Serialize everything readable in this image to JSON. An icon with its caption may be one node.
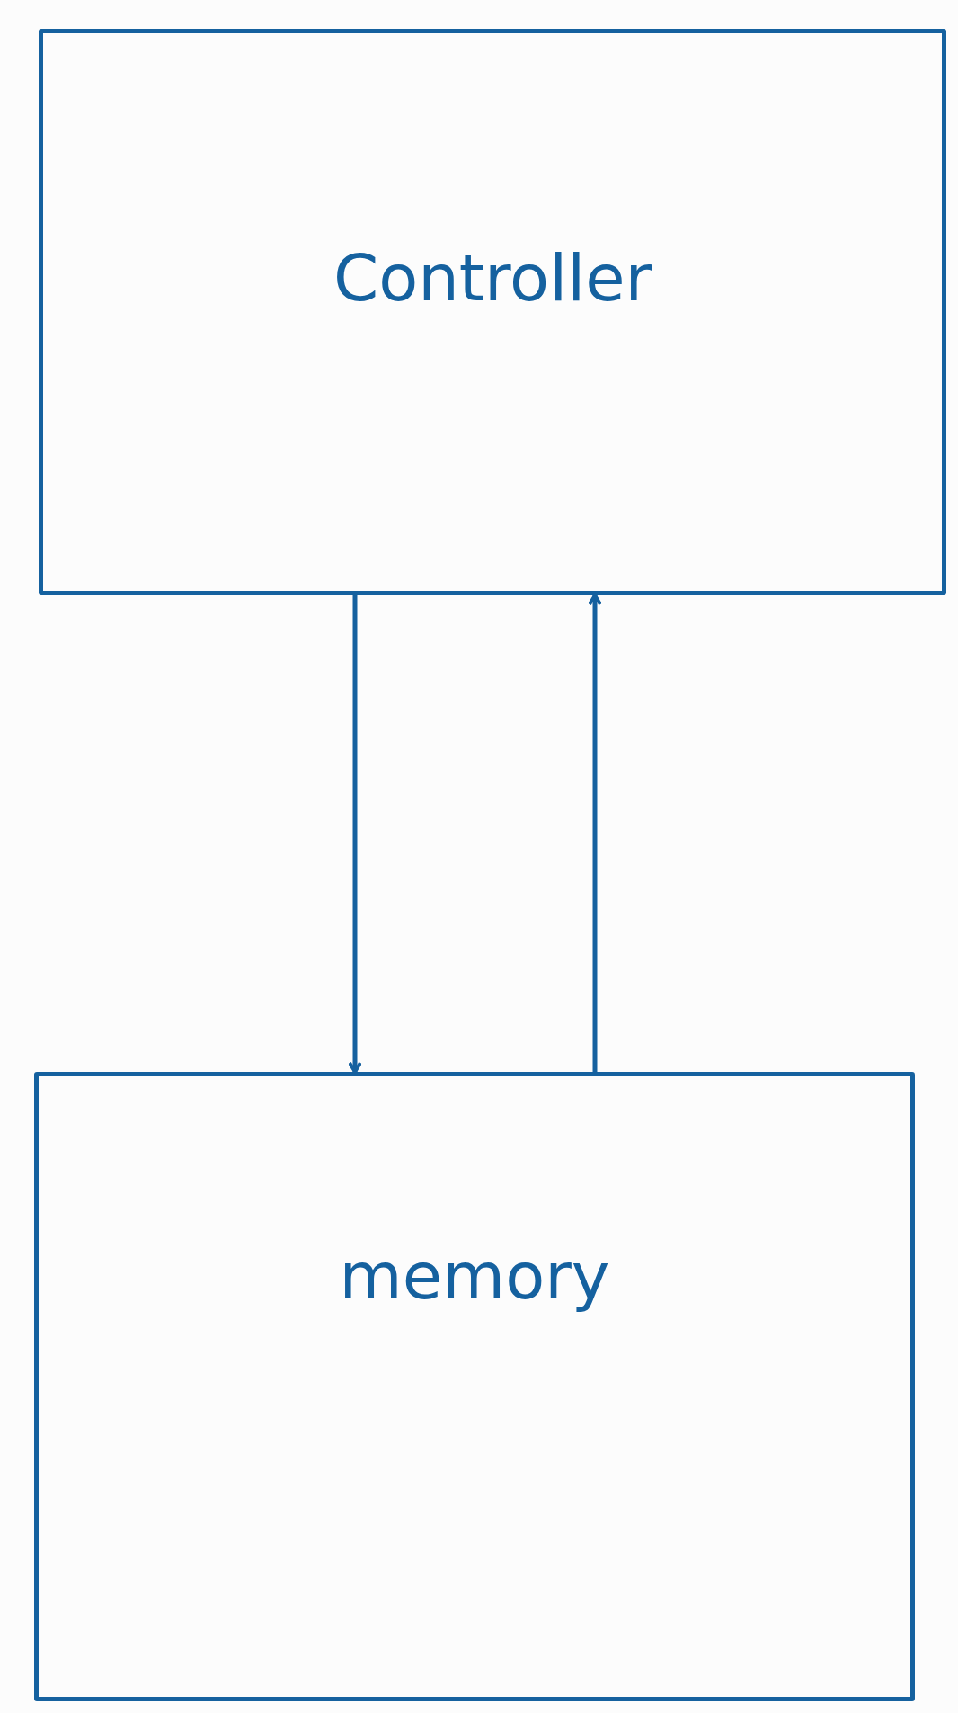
{
  "diagram": {
    "nodes": [
      {
        "text": [
          "Controller"
        ]
      },
      {
        "text": [
          "memory"
        ]
      }
    ],
    "edges": [
      {
        "from": 0,
        "to": 1,
        "arrow": "to"
      },
      {
        "from": 1,
        "to": 0,
        "arrow": "to"
      }
    ]
  }
}
